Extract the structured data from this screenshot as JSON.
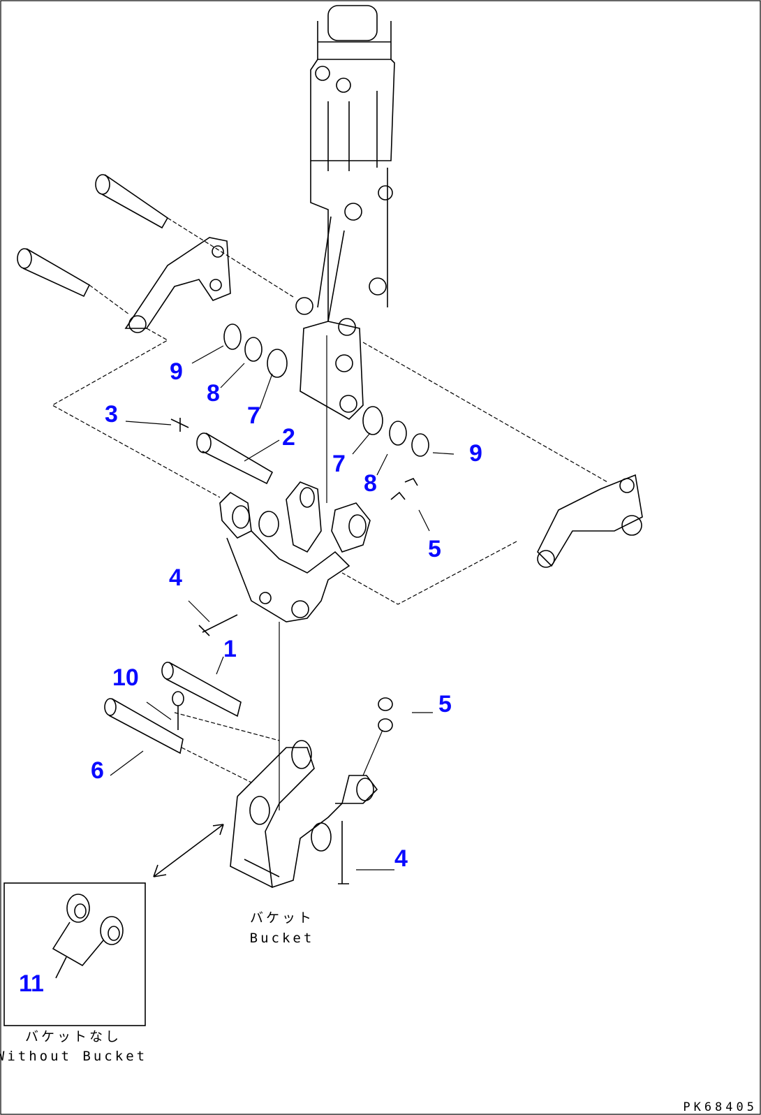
{
  "callouts": [
    {
      "id": "9a",
      "label": "9"
    },
    {
      "id": "8a",
      "label": "8"
    },
    {
      "id": "7a",
      "label": "7"
    },
    {
      "id": "3",
      "label": "3"
    },
    {
      "id": "2",
      "label": "2"
    },
    {
      "id": "7b",
      "label": "7"
    },
    {
      "id": "8b",
      "label": "8"
    },
    {
      "id": "9b",
      "label": "9"
    },
    {
      "id": "5a",
      "label": "5"
    },
    {
      "id": "4a",
      "label": "4"
    },
    {
      "id": "1",
      "label": "1"
    },
    {
      "id": "10",
      "label": "10"
    },
    {
      "id": "5b",
      "label": "5"
    },
    {
      "id": "6",
      "label": "6"
    },
    {
      "id": "4b",
      "label": "4"
    },
    {
      "id": "11",
      "label": "11"
    }
  ],
  "captions": {
    "bucket_jp": "バケット",
    "bucket_en": "Bucket",
    "without_bucket_jp": "バケットなし",
    "without_bucket_en": "Without Bucket"
  },
  "drawing_code": "PK68405",
  "colors": {
    "callout": "#0a0aff",
    "line": "#000000",
    "background": "#ffffff"
  }
}
